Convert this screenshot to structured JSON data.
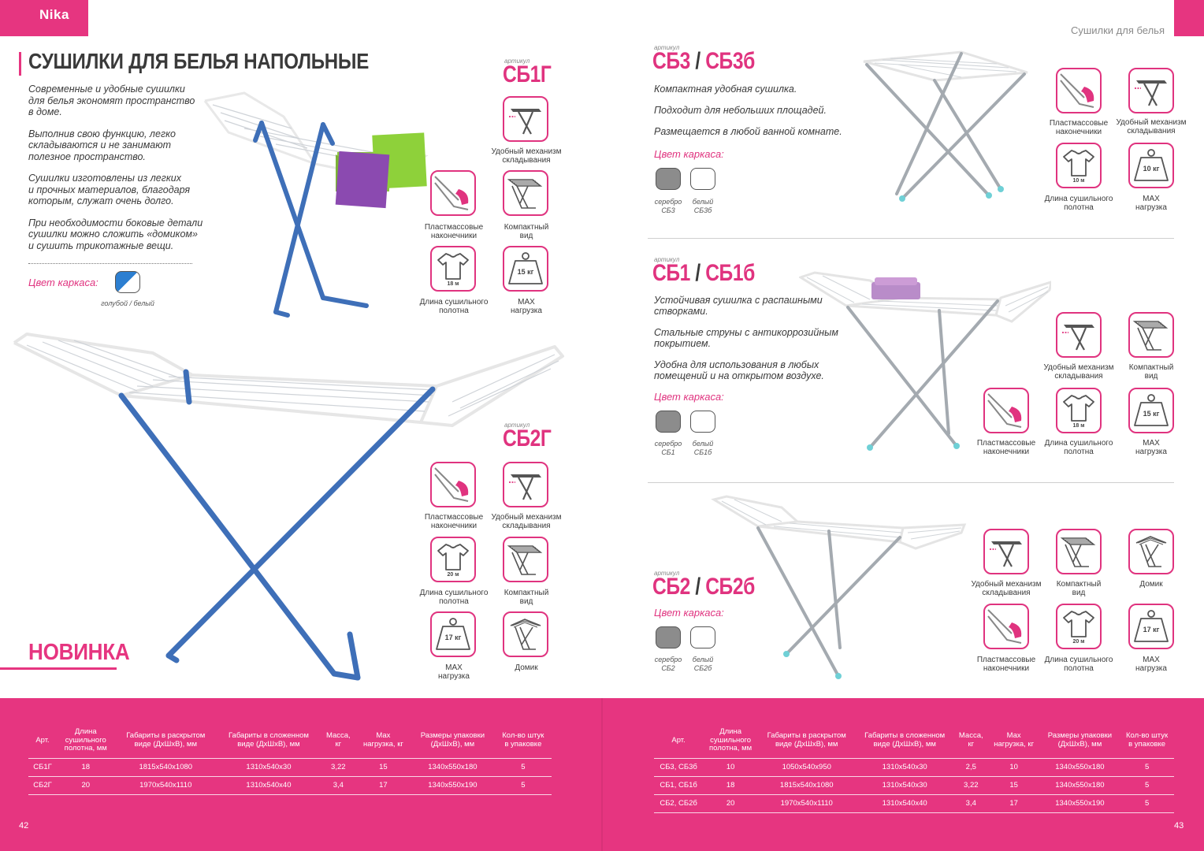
{
  "header": {
    "brand": "Nika",
    "category": "Сушилки для белья"
  },
  "left": {
    "title": "СУШИЛКИ ДЛЯ БЕЛЬЯ НАПОЛЬНЫЕ",
    "intro": [
      "Современные и удобные сушилки\nдля белья экономят пространство\nв доме.",
      "Выполнив свою функцию, легко\nскладываются и не занимают\nполезное пространство.",
      "Сушилки изготовлены из легких\nи прочных материалов, благодаря\nкоторым, служат очень долго.",
      "При необходимости боковые детали\nсушилки можно сложить «домиком»\nи сушить трикотажные вещи."
    ],
    "color_label": "Цвет каркаса:",
    "color_name": "голубой / белый",
    "new_label": "НОВИНКА"
  },
  "products": {
    "sb1g": {
      "art": "артикул",
      "code": "СБ1Г",
      "icons": {
        "fold": "Удобный механизм\nскладывания",
        "tips": "Пластмассовые\nнаконечники",
        "compact": "Компактный\nвид",
        "length": "Длина сушильного\nполотна",
        "length_val": "18 м",
        "load": "MAX\nнагрузка",
        "load_val": "15 кг"
      }
    },
    "sb2g": {
      "art": "артикул",
      "code": "СБ2Г",
      "icons": {
        "tips": "Пластмассовые\nнаконечники",
        "fold": "Удобный механизм\nскладывания",
        "length": "Длина сушильного\nполотна",
        "length_val": "20 м",
        "compact": "Компактный\nвид",
        "load": "MAX\nнагрузка",
        "load_val": "17 кг",
        "house": "Домик"
      }
    },
    "sb3": {
      "art": "артикул",
      "code": "СБ3",
      "code2": "СБ3б",
      "desc": [
        "Компактная удобная сушилка.",
        "Подходит для небольших площадей.",
        "Размещается в любой ванной комнате."
      ],
      "color_label": "Цвет каркаса:",
      "swatches": [
        "серебро\nСБ3",
        "белый\nСБ3б"
      ],
      "icons": {
        "tips": "Пластмассовые\nнаконечники",
        "fold": "Удобный механизм\nскладывания",
        "length": "Длина сушильного\nполотна",
        "length_val": "10 м",
        "load": "MAX\nнагрузка",
        "load_val": "10 кг"
      }
    },
    "sb1": {
      "art": "артикул",
      "code": "СБ1",
      "code2": "СБ1б",
      "desc": [
        "Устойчивая сушилка с распашными\nстворками.",
        "Стальные струны с антикоррозийным\nпокрытием.",
        "Удобна для использования в любых\nпомещений и на открытом воздухе."
      ],
      "color_label": "Цвет каркаса:",
      "swatches": [
        "серебро\nСБ1",
        "белый\nСБ1б"
      ],
      "icons": {
        "fold": "Удобный механизм\nскладывания",
        "compact": "Компактный\nвид",
        "tips": "Пластмассовые\nнаконечники",
        "length": "Длина сушильного\nполотна",
        "length_val": "18 м",
        "load": "MAX\nнагрузка",
        "load_val": "15 кг"
      }
    },
    "sb2": {
      "art": "артикул",
      "code": "СБ2",
      "code2": "СБ2б",
      "color_label": "Цвет каркаса:",
      "swatches": [
        "серебро\nСБ2",
        "белый\nСБ2б"
      ],
      "icons": {
        "fold": "Удобный механизм\nскладывания",
        "compact": "Компактный\nвид",
        "house": "Домик",
        "tips": "Пластмассовые\nнаконечники",
        "length": "Длина сушильного\nполотна",
        "length_val": "20 м",
        "load": "MAX\nнагрузка",
        "load_val": "17 кг"
      }
    }
  },
  "tables": {
    "headers": [
      "Арт.",
      "Длина\nсушильного\nполотна, мм",
      "Габариты в раскрытом\nвиде (ДхШхВ), мм",
      "Габариты в сложенном\nвиде (ДхШхВ), мм",
      "Масса,\nкг",
      "Max\nнагрузка, кг",
      "Размеры упаковки\n(ДхШхВ), мм",
      "Кол-во штук\nв упаковке"
    ],
    "left_rows": [
      [
        "СБ1Г",
        "18",
        "1815х540х1080",
        "1310х540х30",
        "3,22",
        "15",
        "1340х550х180",
        "5"
      ],
      [
        "СБ2Г",
        "20",
        "1970х540х1110",
        "1310х540х40",
        "3,4",
        "17",
        "1340х550х190",
        "5"
      ]
    ],
    "right_rows": [
      [
        "СБ3, СБ3б",
        "10",
        "1050х540х950",
        "1310х540х30",
        "2,5",
        "10",
        "1340х550х180",
        "5"
      ],
      [
        "СБ1, СБ1б",
        "18",
        "1815х540х1080",
        "1310х540х30",
        "3,22",
        "15",
        "1340х550х180",
        "5"
      ],
      [
        "СБ2, СБ2б",
        "20",
        "1970х540х1110",
        "1310х540х40",
        "3,4",
        "17",
        "1340х550х190",
        "5"
      ]
    ]
  },
  "pages": {
    "left": "42",
    "right": "43"
  },
  "colors": {
    "accent": "#e63580",
    "blue_frame": "#3e6fb8",
    "silver_frame": "#a4aab0"
  }
}
